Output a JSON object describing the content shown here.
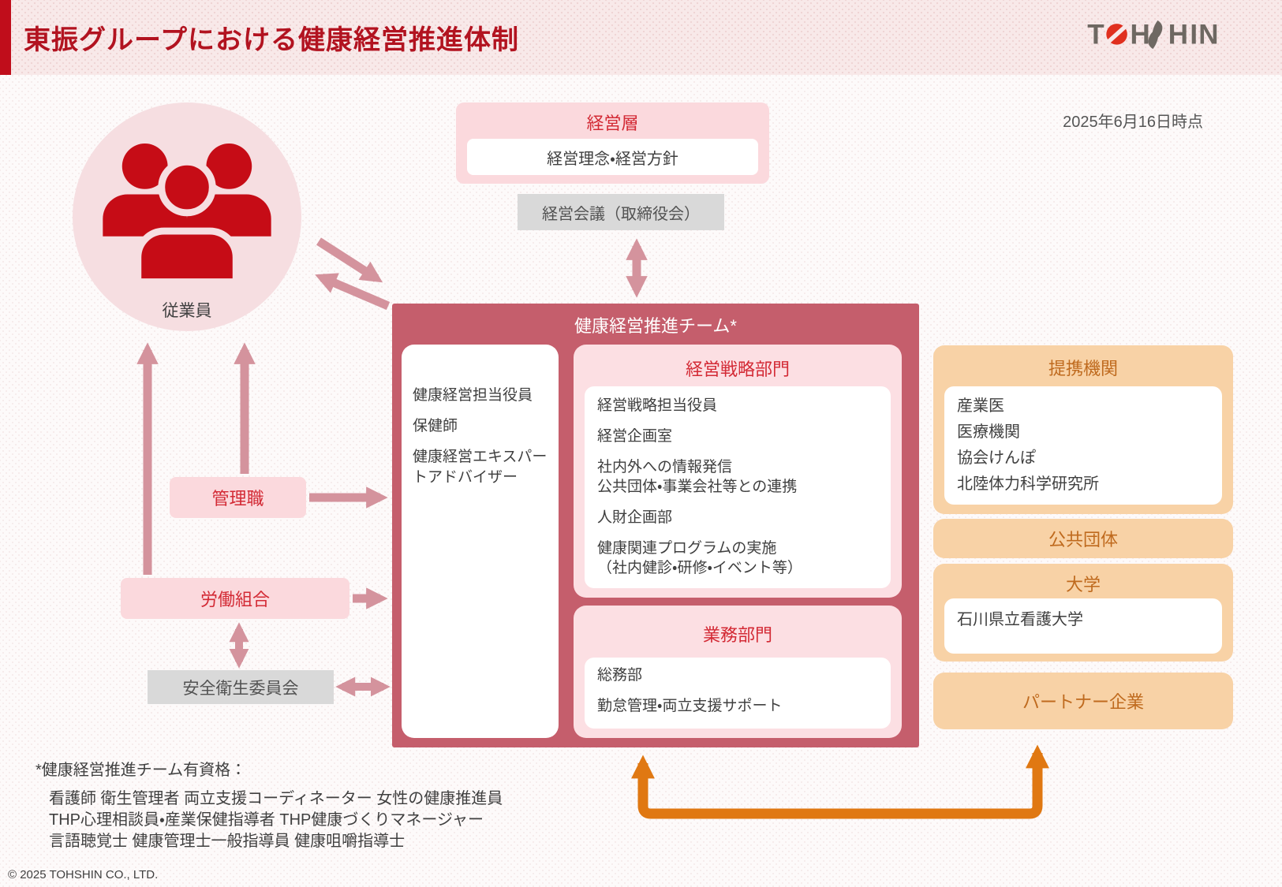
{
  "header": {
    "title": "東振グループにおける健康経営推進体制",
    "logo_text": "TOHSHIN"
  },
  "date_note": "2025年6月16日時点",
  "employees": {
    "label": "従業員",
    "icon": "people-group-icon"
  },
  "management_layer": {
    "title": "経営層",
    "item": "経営理念・経営方針",
    "meeting": "経営会議（取締役会）"
  },
  "team": {
    "title": "健康経営推進チーム*",
    "staff": [
      "健康経営担当役員",
      "保健師",
      "健康経営エキスパートアドバイザー"
    ],
    "strategy_dept": {
      "title": "経営戦略部門",
      "items": [
        "経営戦略担当役員",
        "経営企画室",
        "社内外への情報発信\n公共団体・事業会社等との連携",
        "人財企画部",
        "健康関連プログラムの実施\n（社内健診・研修・イベント等）"
      ]
    },
    "operations_dept": {
      "title": "業務部門",
      "items": [
        "総務部",
        "勤怠管理・両立支援サポート"
      ]
    }
  },
  "left_entities": {
    "managers": "管理職",
    "union": "労働組合",
    "safety_committee": "安全衛生委員会"
  },
  "partners": {
    "affiliates": {
      "title": "提携機関",
      "items": [
        "産業医",
        "医療機関",
        "協会けんぽ",
        "北陸体力科学研究所"
      ]
    },
    "public_orgs": {
      "title": "公共団体"
    },
    "university": {
      "title": "大学",
      "item": "石川県立看護大学"
    },
    "partner_companies": {
      "title": "パートナー企業"
    }
  },
  "footnote": {
    "title": "*健康経営推進チーム有資格：",
    "lines": [
      "看護師 衛生管理者 両立支援コーディネーター 女性の健康推進員",
      "THP心理相談員・産業保健指導者 THP健康づくりマネージャー",
      "言語聴覚士 健康管理士一般指導員 健康咀嚼指導士"
    ]
  },
  "copyright": "© 2025 TOHSHIN CO., LTD.",
  "colors": {
    "accent_red": "#c00d1b",
    "title_red": "#b21320",
    "rose_header": "#c55e6c",
    "pink_panel": "#fcdfe3",
    "light_pink": "#fbd9dd",
    "red_text": "#d32a35",
    "peach": "#f8d2a6",
    "orange_text": "#bf6a1e",
    "orange_arrow": "#e07812",
    "rose_arrow": "#d4939d",
    "gray_box": "#d9d9d9",
    "people_red": "#c60c16"
  }
}
